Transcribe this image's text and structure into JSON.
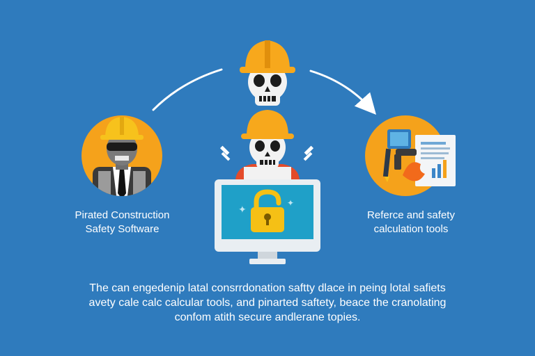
{
  "left_node": {
    "label_lines": [
      "Pirated Construction",
      "Safety Software"
    ]
  },
  "right_node": {
    "label_lines": [
      "Referce and safety",
      "calculation tools"
    ]
  },
  "caption": {
    "lines": [
      "The can engedenip latal consrrdonation saftty dlace in peing lotal safiets",
      "avety cale calc calcular tools, and pinarted saftety, beace the cranolating",
      "confom atith secure andlerane topies."
    ]
  },
  "icons": {
    "left": "worker-sunglasses-icon",
    "top": "skull-hardhat-icon",
    "center": "skull-hardhat-icon",
    "monitor": "monitor-lock-icon",
    "right": "tools-document-icon"
  },
  "colors": {
    "background": "#2f7bbd",
    "accent": "#f5a21b",
    "hardhat": "#f7a81c",
    "screen": "#1fa0c8",
    "lock": "#f5c015",
    "arrow": "#ffffff"
  }
}
